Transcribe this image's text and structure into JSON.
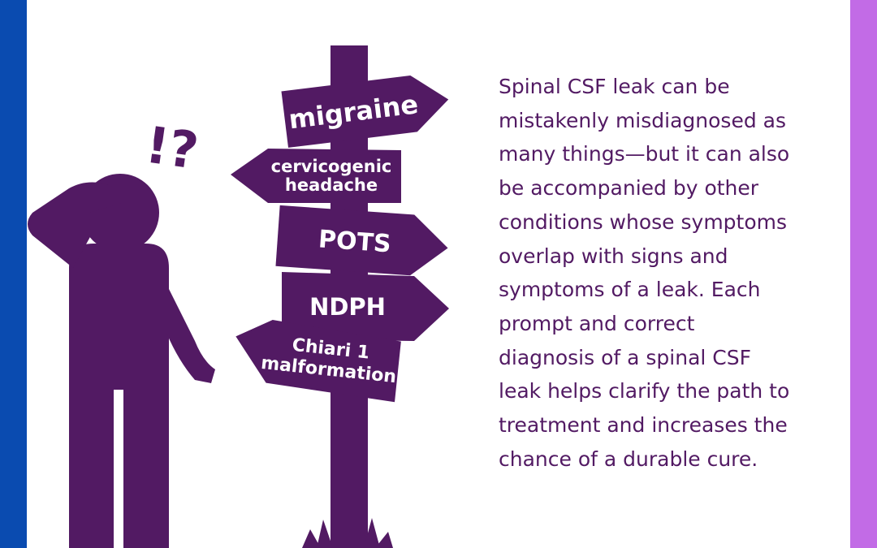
{
  "colors": {
    "left_bar": "#0a4bb0",
    "right_bar": "#c26be6",
    "ink": "#521a63",
    "background": "#ffffff"
  },
  "icons": {
    "figure": "confused-person-icon",
    "signpost": "signpost-icon",
    "grass": "grass-icon"
  },
  "exclamation": "!?",
  "signs": {
    "migraine": "migraine",
    "cervicogenic_line1": "cervicogenic",
    "cervicogenic_line2": "headache",
    "pots": "POTS",
    "ndph": "NDPH",
    "chiari_line1": "Chiari 1",
    "chiari_line2": "malformation"
  },
  "body_lines": [
    "Spinal CSF leak can be",
    "mistakenly misdiagnosed as",
    "many things—but it can also",
    "be accompanied by other",
    "conditions whose symptoms",
    "overlap with signs and",
    "symptoms of a leak. Each",
    "prompt and correct",
    "diagnosis of a spinal CSF",
    "leak helps clarify the path to",
    "treatment and increases the",
    "chance of a durable cure."
  ]
}
